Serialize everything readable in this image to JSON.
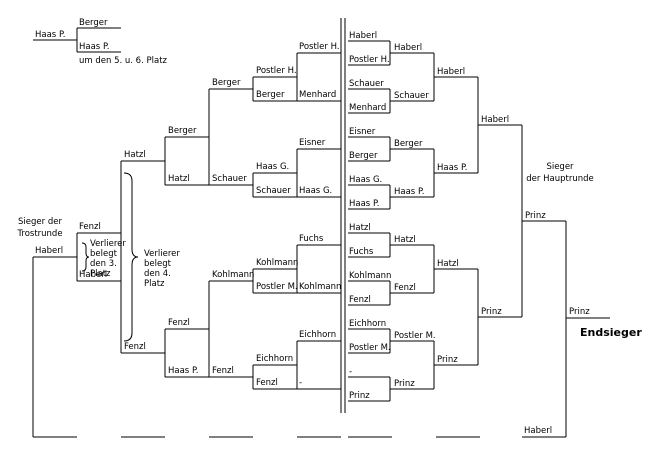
{
  "consolation": {
    "player": "Haas P.",
    "top": "Berger",
    "bottom": "Haas P.",
    "caption": "um den 5. u. 6. Platz"
  },
  "labels": {
    "winner_consolation": [
      "Sieger der",
      "Trostrunde"
    ],
    "winner_main": [
      "Sieger",
      "der Hauptrunde"
    ],
    "overall_label": "Endsieger",
    "brace_small": [
      "Verlierer",
      "belegt",
      "den 3.",
      "Platz"
    ],
    "brace_big": [
      "Verlierer",
      "belegt",
      "den 4.",
      "Platz"
    ]
  },
  "left_bracket": {
    "r1": [
      "Postler H.",
      "Menhard",
      "Eisner",
      "Haas G.",
      "Fuchs",
      "Kohlmann",
      "Eichhorn",
      "-"
    ],
    "r2": [
      "Postler H.",
      "Berger",
      "Haas G.",
      "Schauer",
      "Kohlmann",
      "Postler M.",
      "Eichhorn",
      "Fenzl"
    ],
    "r3": [
      "Berger",
      "Schauer",
      "Kohlmann",
      "Fenzl"
    ],
    "r4": [
      "Berger",
      "Hatzl",
      "Fenzl",
      "Haas P."
    ],
    "r5": [
      "Hatzl",
      "Fenzl"
    ],
    "final": [
      "Fenzl",
      "Haberl"
    ]
  },
  "right_bracket": {
    "r1": [
      "Haberl",
      "Postler H.",
      "Schauer",
      "Menhard",
      "Eisner",
      "Berger",
      "Haas G.",
      "Haas P.",
      "Hatzl",
      "Fuchs",
      "Kohlmann",
      "Fenzl",
      "Eichhorn",
      "Postler M.",
      "-",
      "Prinz"
    ],
    "r2": [
      "Haberl",
      "Schauer",
      "Berger",
      "Haas P.",
      "Hatzl",
      "Fenzl",
      "Postler M.",
      "Prinz"
    ],
    "r3": [
      "Haberl",
      "Haas P.",
      "Hatzl",
      "Prinz"
    ],
    "r4": [
      "Haberl",
      "Prinz"
    ],
    "r5": [
      "Prinz"
    ],
    "final_top": "Prinz",
    "final_bottom": "Haberl"
  }
}
